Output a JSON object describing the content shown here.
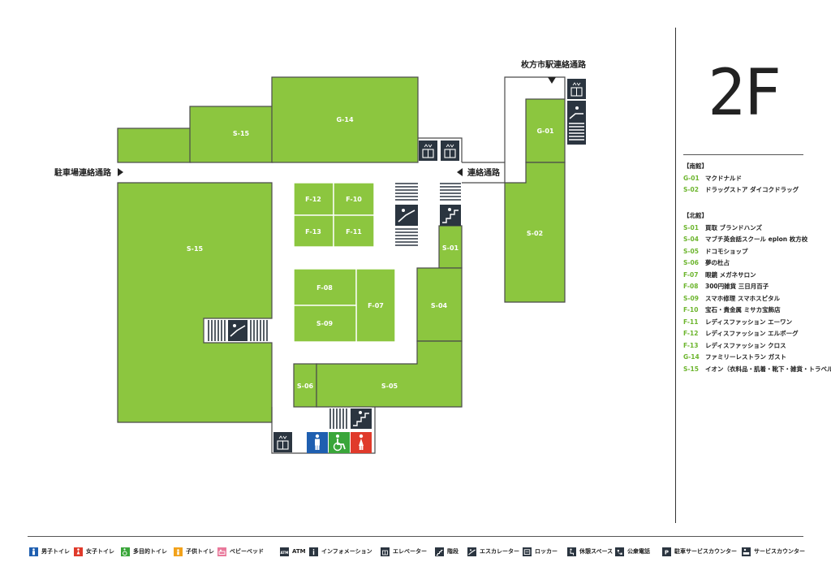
{
  "floor": "2F",
  "corridors": {
    "top_right": "枚方市駅連絡通路",
    "left": "駐車場連絡通路",
    "right": "連絡通路"
  },
  "shops": {
    "s15_top": "S-15",
    "g14": "G-14",
    "g01": "G-01",
    "s15_main": "S-15",
    "f12": "F-12",
    "f10": "F-10",
    "f13": "F-13",
    "f11": "F-11",
    "s02": "S-02",
    "s01": "S-01",
    "f08": "F-08",
    "f07": "F-07",
    "s09": "S-09",
    "s04": "S-04",
    "s06": "S-06",
    "s05": "S-05"
  },
  "directory": {
    "south": {
      "heading": "【南館】",
      "items": [
        {
          "code": "G-01",
          "name": "マクドナルド"
        },
        {
          "code": "S-02",
          "name": "ドラッグストア ダイコクドラッグ"
        }
      ]
    },
    "north": {
      "heading": "【北館】",
      "items": [
        {
          "code": "S-01",
          "name": "買取 ブランドハンズ"
        },
        {
          "code": "S-04",
          "name": "マブチ英会話スクール eplon 枚方校"
        },
        {
          "code": "S-05",
          "name": "ドコモショップ"
        },
        {
          "code": "S-06",
          "name": "夢の杜占"
        },
        {
          "code": "F-07",
          "name": "眼鏡 メガネサロン"
        },
        {
          "code": "F-08",
          "name": "300円雑貨 三日月百子"
        },
        {
          "code": "S-09",
          "name": "スマホ修理 スマホスピタル"
        },
        {
          "code": "F-10",
          "name": "宝石・貴金属 ミサカ宝飾店"
        },
        {
          "code": "F-11",
          "name": "レディスファッション エーワン"
        },
        {
          "code": "F-12",
          "name": "レディスファッション エルボーグ"
        },
        {
          "code": "F-13",
          "name": "レディスファッション クロス"
        },
        {
          "code": "G-14",
          "name": "ファミリーレストラン ガスト"
        },
        {
          "code": "S-15",
          "name": "イオン（衣料品・肌着・靴下・雑貨・トラベル）"
        }
      ]
    }
  },
  "legend": [
    {
      "label": "男子トイレ",
      "icon": "male-toilet-icon",
      "color": "#1f5fb0"
    },
    {
      "label": "女子トイレ",
      "icon": "female-toilet-icon",
      "color": "#e03a2b"
    },
    {
      "label": "多目的トイレ",
      "icon": "accessible-toilet-icon",
      "color": "#3aa63a"
    },
    {
      "label": "子供トイレ",
      "icon": "child-toilet-icon",
      "color": "#f2a21b"
    },
    {
      "label": "ベビーベッド",
      "icon": "baby-bed-icon",
      "color": "#e9799b"
    },
    {
      "label": "ATM",
      "icon": "atm-icon",
      "color": "#2b3540"
    },
    {
      "label": "インフォメーション",
      "icon": "info-icon",
      "color": "#2b3540"
    },
    {
      "label": "エレベーター",
      "icon": "elevator-icon",
      "color": "#2b3540"
    },
    {
      "label": "階段",
      "icon": "stairs-icon",
      "color": "#2b3540"
    },
    {
      "label": "エスカレーター",
      "icon": "escalator-icon",
      "color": "#2b3540"
    },
    {
      "label": "ロッカー",
      "icon": "locker-icon",
      "color": "#2b3540"
    },
    {
      "label": "休憩スペース",
      "icon": "rest-space-icon",
      "color": "#2b3540"
    },
    {
      "label": "公衆電話",
      "icon": "phone-icon",
      "color": "#2b3540"
    },
    {
      "label": "駐車サービスカウンター",
      "icon": "parking-counter-icon",
      "color": "#2b3540"
    },
    {
      "label": "サービスカウンター",
      "icon": "service-counter-icon",
      "color": "#2b3540"
    }
  ],
  "colors": {
    "shop": "#8cc63f",
    "border": "#4a4a4a",
    "corridor": "#ffffff",
    "icon_dark": "#2b3540",
    "code_green": "#6cb52d"
  }
}
